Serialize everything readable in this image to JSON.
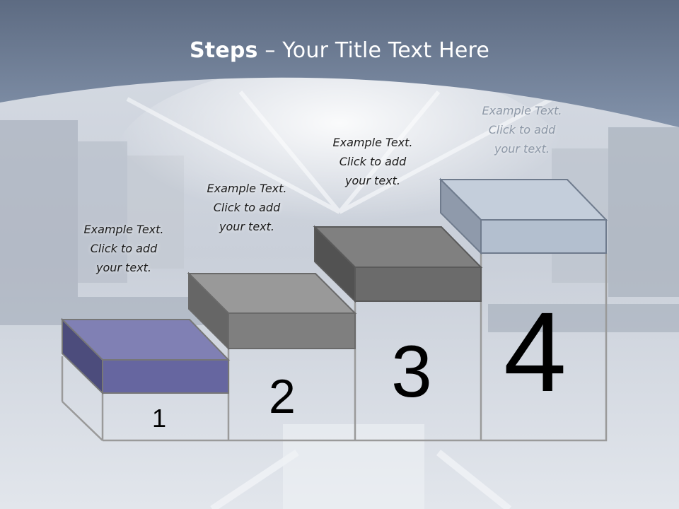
{
  "title": {
    "bold": "Steps",
    "rest": " – Your Title Text Here"
  },
  "colors": {
    "header": "#6e7d94",
    "step1_front": "#6666a0",
    "step1_top": "#8080b4",
    "step1_side": "#4c4c7c",
    "step2_front": "#7f7f7f",
    "step2_top": "#999999",
    "step2_side": "#666666",
    "step3_front": "#6b6b6b",
    "step3_top": "#808080",
    "step3_side": "#525252",
    "step4_front": "#b3bfcf",
    "step4_top": "#c4cedb",
    "step4_side": "#8f9aab"
  },
  "steps": [
    {
      "number": "1",
      "lines": [
        "Example Text.",
        "Click  to add",
        "your text."
      ]
    },
    {
      "number": "2",
      "lines": [
        "Example Text.",
        "Click  to add",
        "your text."
      ]
    },
    {
      "number": "3",
      "lines": [
        "Example Text.",
        "Click  to add",
        "your text."
      ]
    },
    {
      "number": "4",
      "lines": [
        "Example Text.",
        "Click  to add",
        "your text."
      ]
    }
  ]
}
